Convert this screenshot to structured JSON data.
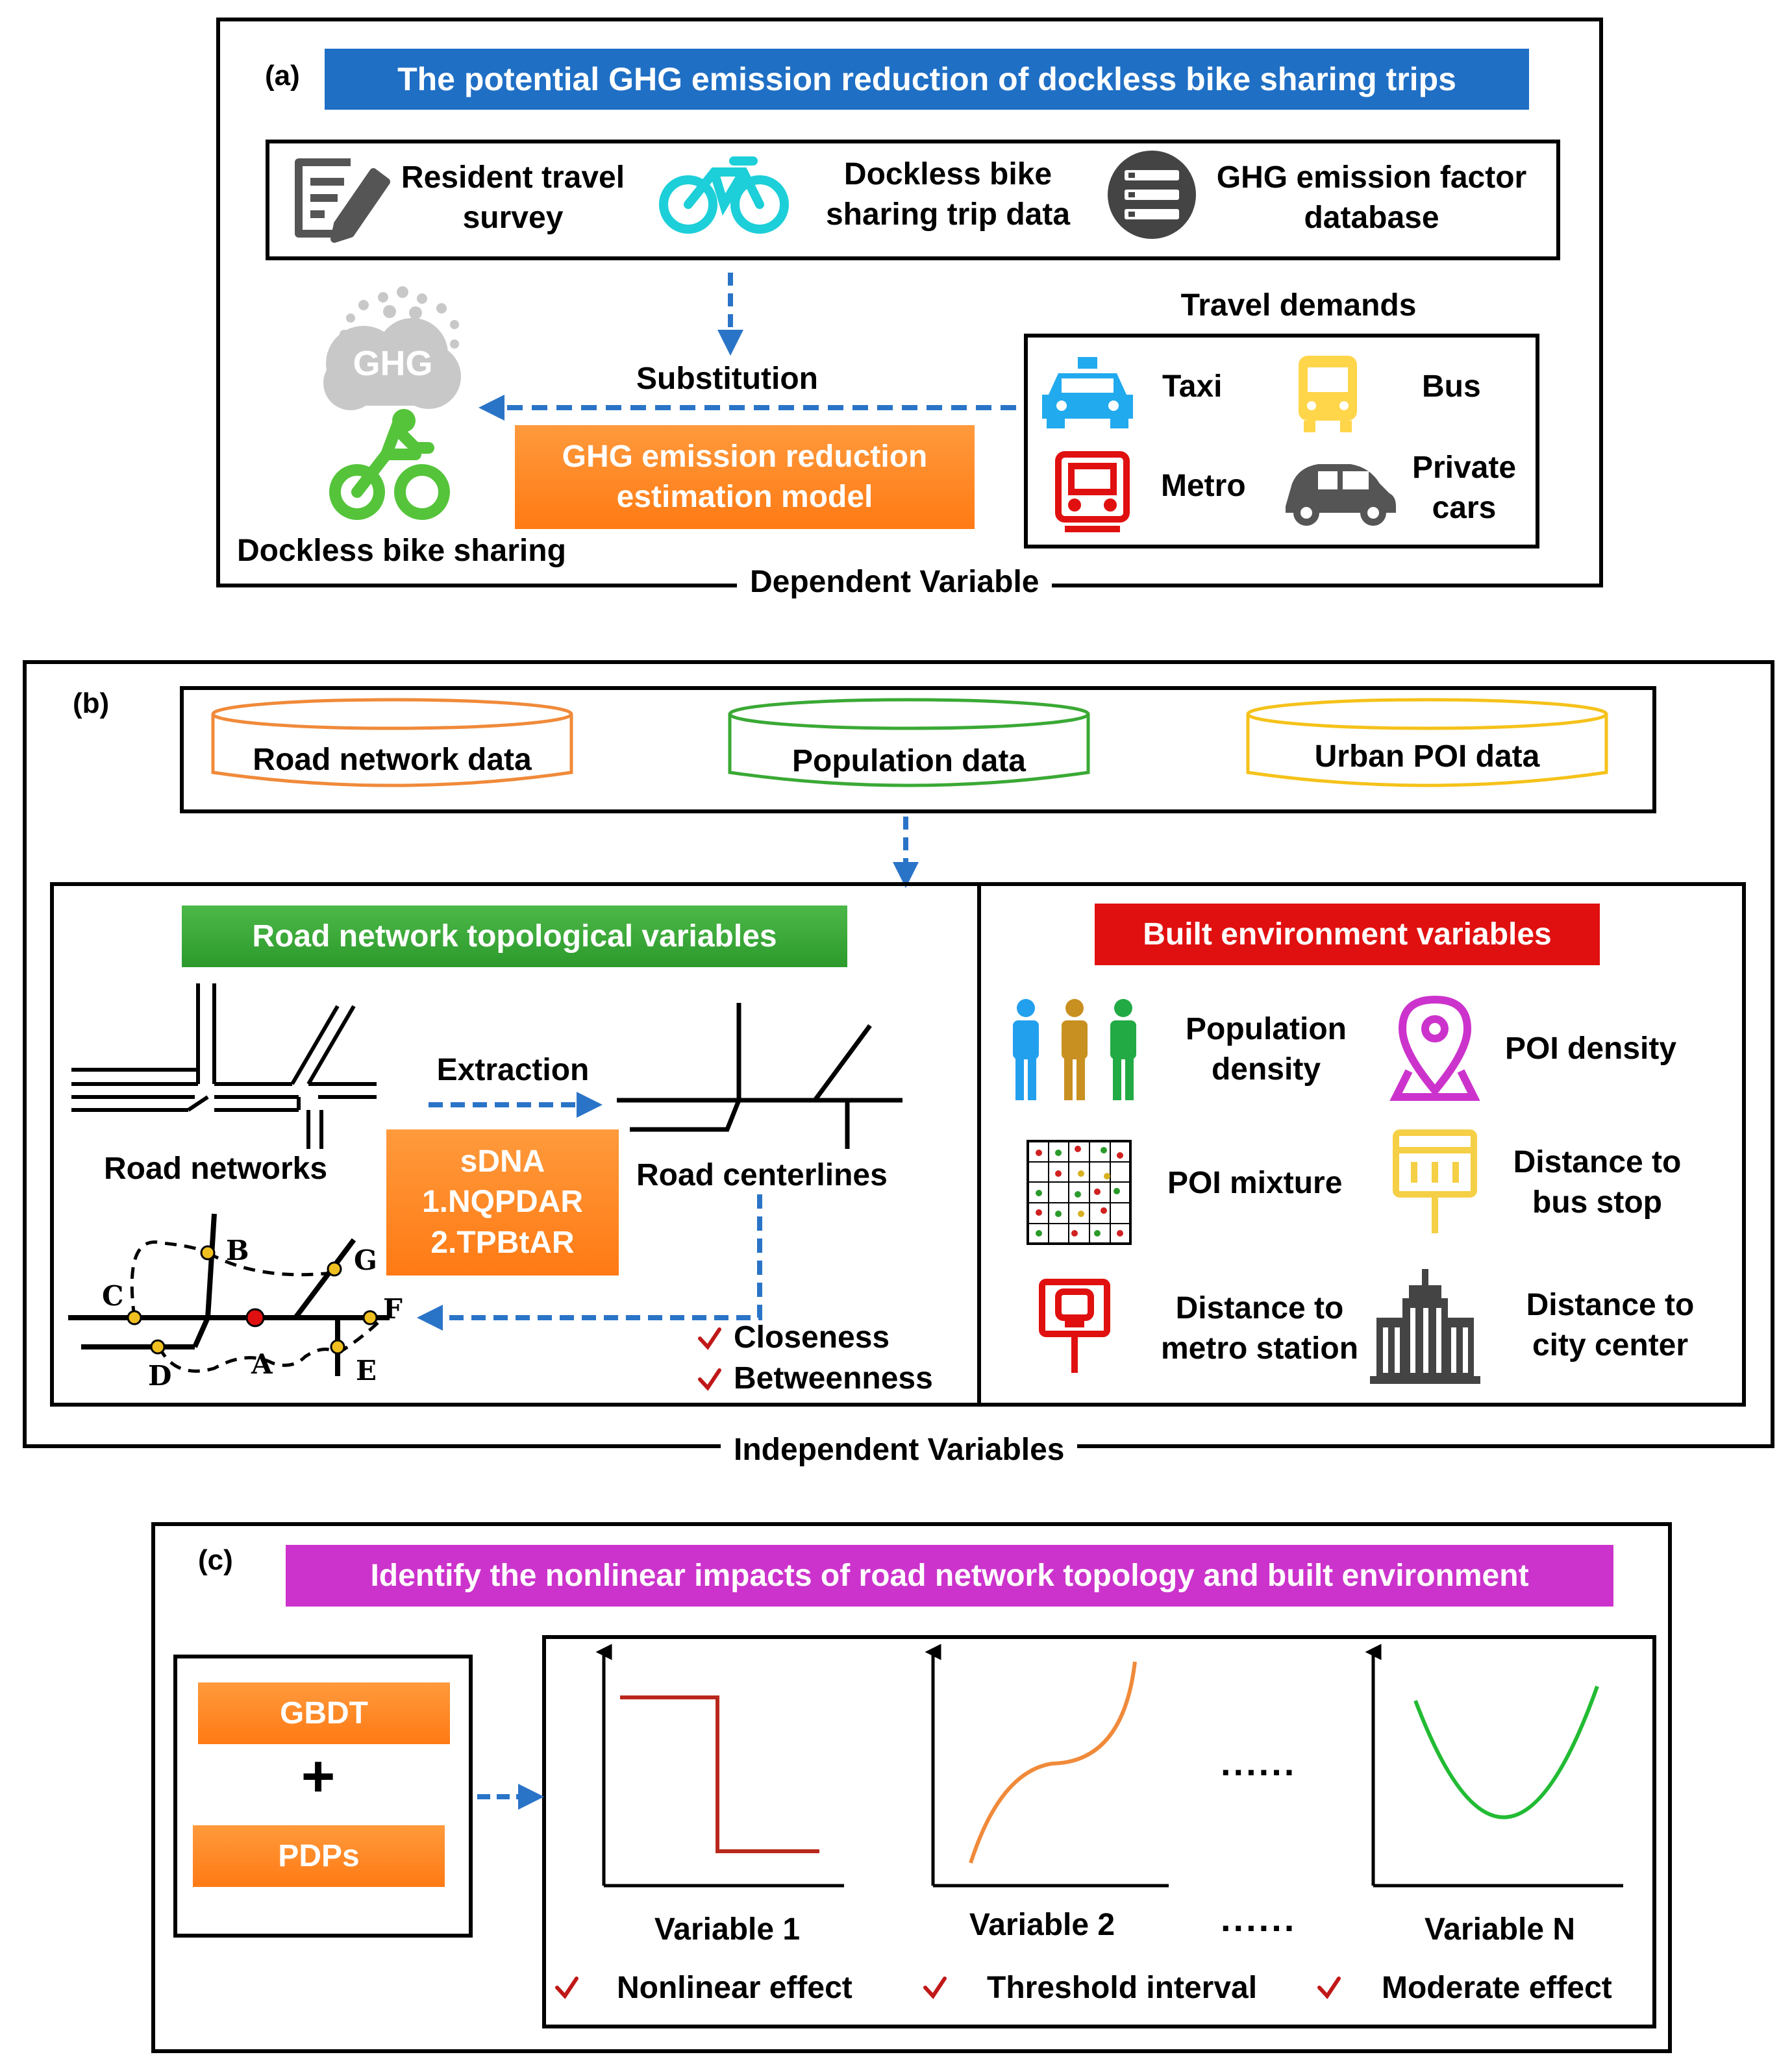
{
  "panel_a": {
    "label": "(a)",
    "title": "The potential GHG emission reduction of dockless bike sharing trips",
    "sources": {
      "survey": [
        "Resident travel",
        "survey"
      ],
      "trip": [
        "Dockless bike",
        "sharing trip data"
      ],
      "factor": [
        "GHG emission factor",
        "database"
      ]
    },
    "ghg_cloud_text": "GHG",
    "substitution": "Substitution",
    "model": [
      "GHG emission reduction",
      "estimation model"
    ],
    "bike_sharing": "Dockless bike sharing",
    "travel_demands": "Travel demands",
    "modes": {
      "taxi": "Taxi",
      "bus": "Bus",
      "metro": "Metro",
      "cars": [
        "Private",
        "cars"
      ]
    },
    "frame_title": "Dependent Variable"
  },
  "panel_b": {
    "label": "(b)",
    "data_sources": [
      "Road network data",
      "Population data",
      "Urban POI data"
    ],
    "left_title": "Road network topological variables",
    "right_title": "Built environment variables",
    "extraction": "Extraction",
    "road_networks": "Road networks",
    "road_centerlines": "Road centerlines",
    "sdna": [
      "sDNA",
      "1.NQPDAR",
      "2.TPBtAR"
    ],
    "closeness": "Closeness",
    "betweenness": "Betweenness",
    "nodes": [
      "A",
      "B",
      "C",
      "D",
      "E",
      "F",
      "G"
    ],
    "built_env": {
      "pop_density": [
        "Population",
        "density"
      ],
      "poi_density": "POI density",
      "poi_mixture": "POI mixture",
      "bus_stop": [
        "Distance to",
        "bus stop"
      ],
      "metro": [
        "Distance to",
        "metro station"
      ],
      "city_center": [
        "Distance to",
        "city center"
      ]
    },
    "frame_title": "Independent Variables"
  },
  "panel_c": {
    "label": "(c)",
    "title": "Identify the nonlinear impacts of road network topology and built environment",
    "gbdt": "GBDT",
    "plus": "+",
    "pdps": "PDPs",
    "ellipsis": "......",
    "variables": [
      "Variable 1",
      "Variable 2",
      "Variable N"
    ],
    "effects": [
      "Nonlinear effect",
      "Threshold interval",
      "Moderate effect"
    ]
  },
  "colors": {
    "blue": "#1f6fc5",
    "orange": "#ff8a2a",
    "green": "#3aa935",
    "red": "#e01010",
    "magenta": "#cc33cc",
    "cyan": "#1ccfd8",
    "dashed_blue": "#2a74c8"
  },
  "icons": [
    "survey-icon",
    "bicycle-icon",
    "database-icon",
    "ghg-cloud-icon",
    "cyclist-icon",
    "taxi-icon",
    "bus-icon",
    "metro-icon",
    "car-icon",
    "people-icon",
    "location-pin-icon",
    "poi-grid-icon",
    "bus-stop-icon",
    "metro-sign-icon",
    "building-icon",
    "checkmark-icon"
  ]
}
